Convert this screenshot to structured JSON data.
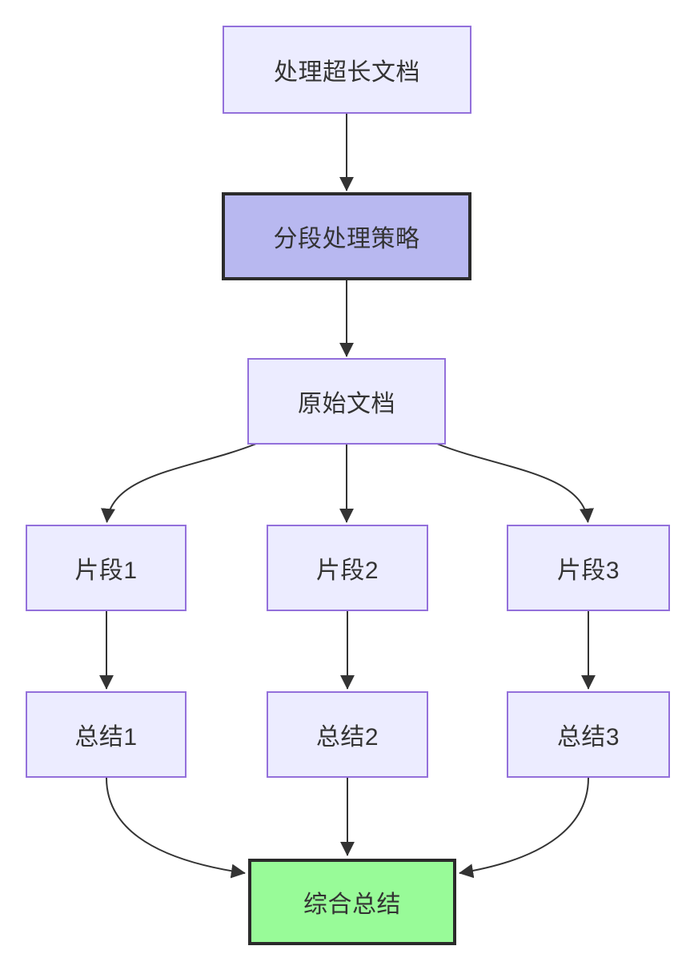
{
  "diagram": {
    "type": "flowchart",
    "direction": "top-down",
    "nodes": [
      {
        "id": "start",
        "label": "处理超长文档",
        "style": "default"
      },
      {
        "id": "strategy",
        "label": "分段处理策略",
        "style": "emphasis"
      },
      {
        "id": "doc",
        "label": "原始文档",
        "style": "default"
      },
      {
        "id": "chunk1",
        "label": "片段1",
        "style": "default"
      },
      {
        "id": "chunk2",
        "label": "片段2",
        "style": "default"
      },
      {
        "id": "chunk3",
        "label": "片段3",
        "style": "default"
      },
      {
        "id": "sum1",
        "label": "总结1",
        "style": "default"
      },
      {
        "id": "sum2",
        "label": "总结2",
        "style": "default"
      },
      {
        "id": "sum3",
        "label": "总结3",
        "style": "default"
      },
      {
        "id": "final",
        "label": "综合总结",
        "style": "final"
      }
    ],
    "edges": [
      {
        "from": "处理超长文档",
        "to": "分段处理策略"
      },
      {
        "from": "分段处理策略",
        "to": "原始文档"
      },
      {
        "from": "原始文档",
        "to": "片段1"
      },
      {
        "from": "原始文档",
        "to": "片段2"
      },
      {
        "from": "原始文档",
        "to": "片段3"
      },
      {
        "from": "片段1",
        "to": "总结1"
      },
      {
        "from": "片段2",
        "to": "总结2"
      },
      {
        "from": "片段3",
        "to": "总结3"
      },
      {
        "from": "总结1",
        "to": "综合总结"
      },
      {
        "from": "总结2",
        "to": "综合总结"
      },
      {
        "from": "总结3",
        "to": "综合总结"
      }
    ],
    "colors": {
      "node_fill": "#ECECFF",
      "node_border": "#9370DB",
      "emphasis_fill": "#B8B8F0",
      "emphasis_border": "#2B2B2B",
      "final_fill": "#98FB98",
      "final_border": "#2B2B2B",
      "edge_stroke": "#333333",
      "text": "#333333",
      "background": "#FFFFFF"
    }
  }
}
